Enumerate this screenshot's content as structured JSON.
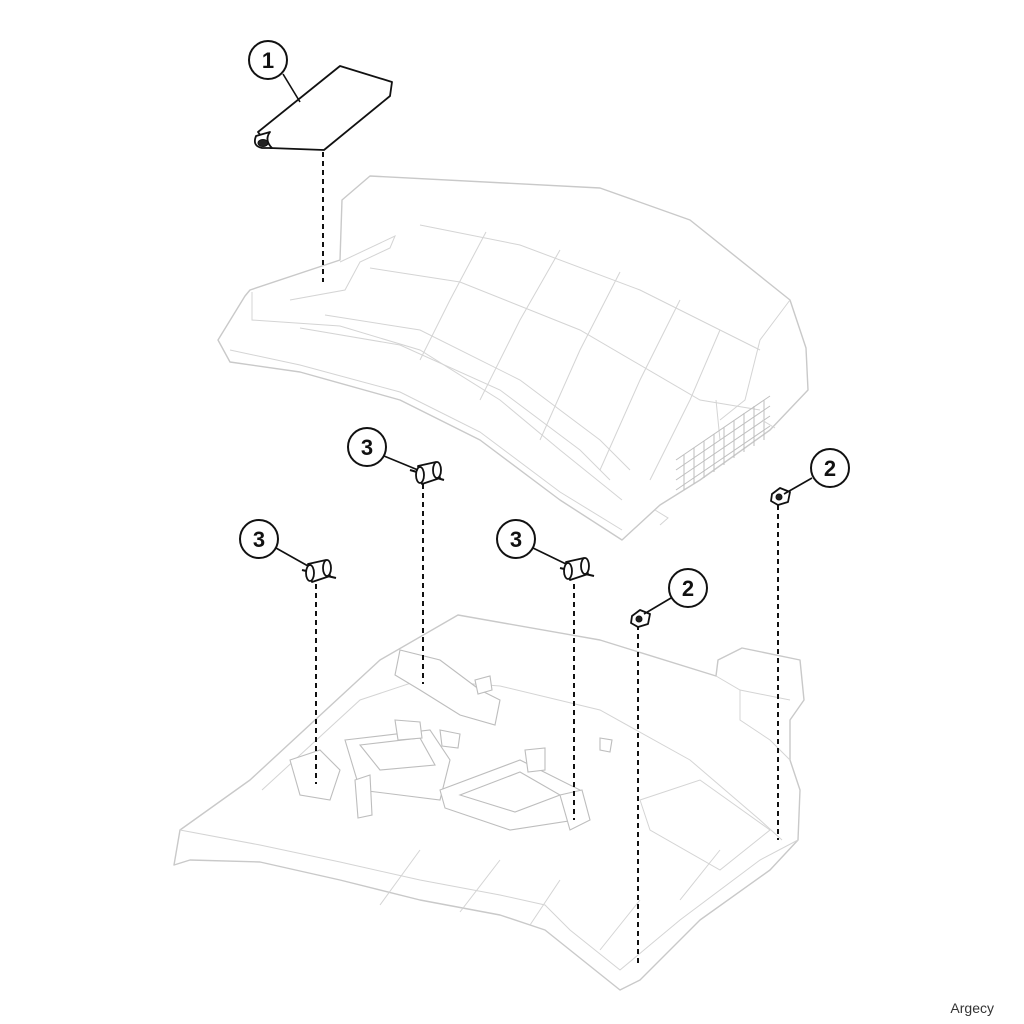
{
  "callouts": [
    {
      "id": "1",
      "label": "1"
    },
    {
      "id": "2a",
      "label": "2"
    },
    {
      "id": "2b",
      "label": "2"
    },
    {
      "id": "3a",
      "label": "3"
    },
    {
      "id": "3b",
      "label": "3"
    },
    {
      "id": "3c",
      "label": "3"
    }
  ],
  "watermark": "Argecy"
}
